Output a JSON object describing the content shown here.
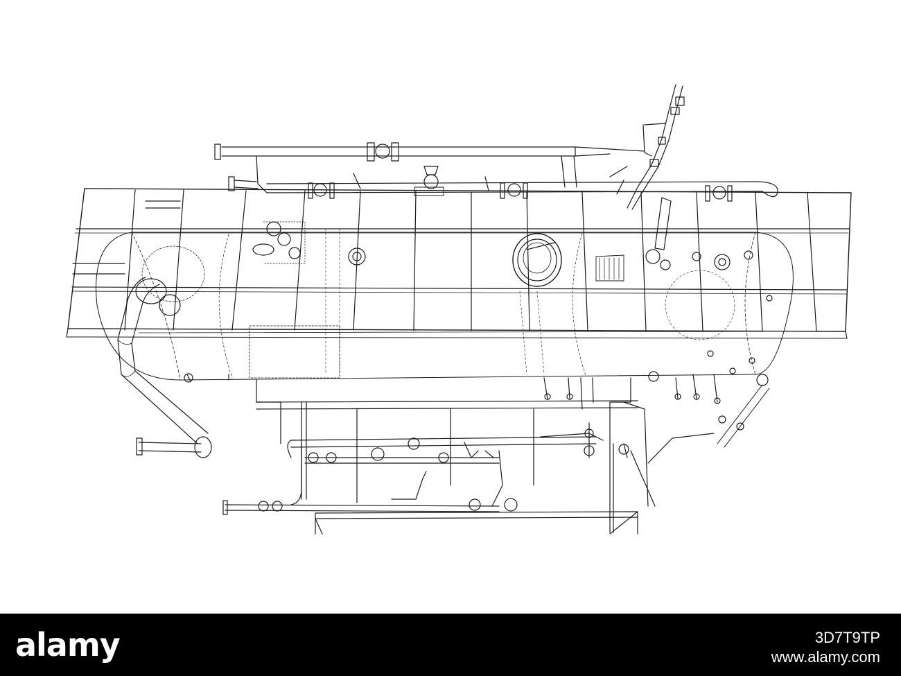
{
  "footer": {
    "brand": "alamy",
    "image_id": "3D7T9TP",
    "url": "www.alamy.com"
  },
  "colors": {
    "line": "#1a1a1a",
    "background": "#ffffff",
    "footer_bg": "#000000",
    "footer_text": "#ffffff"
  },
  "icons": {
    "equipment": "wireframe-separator-vessel"
  }
}
